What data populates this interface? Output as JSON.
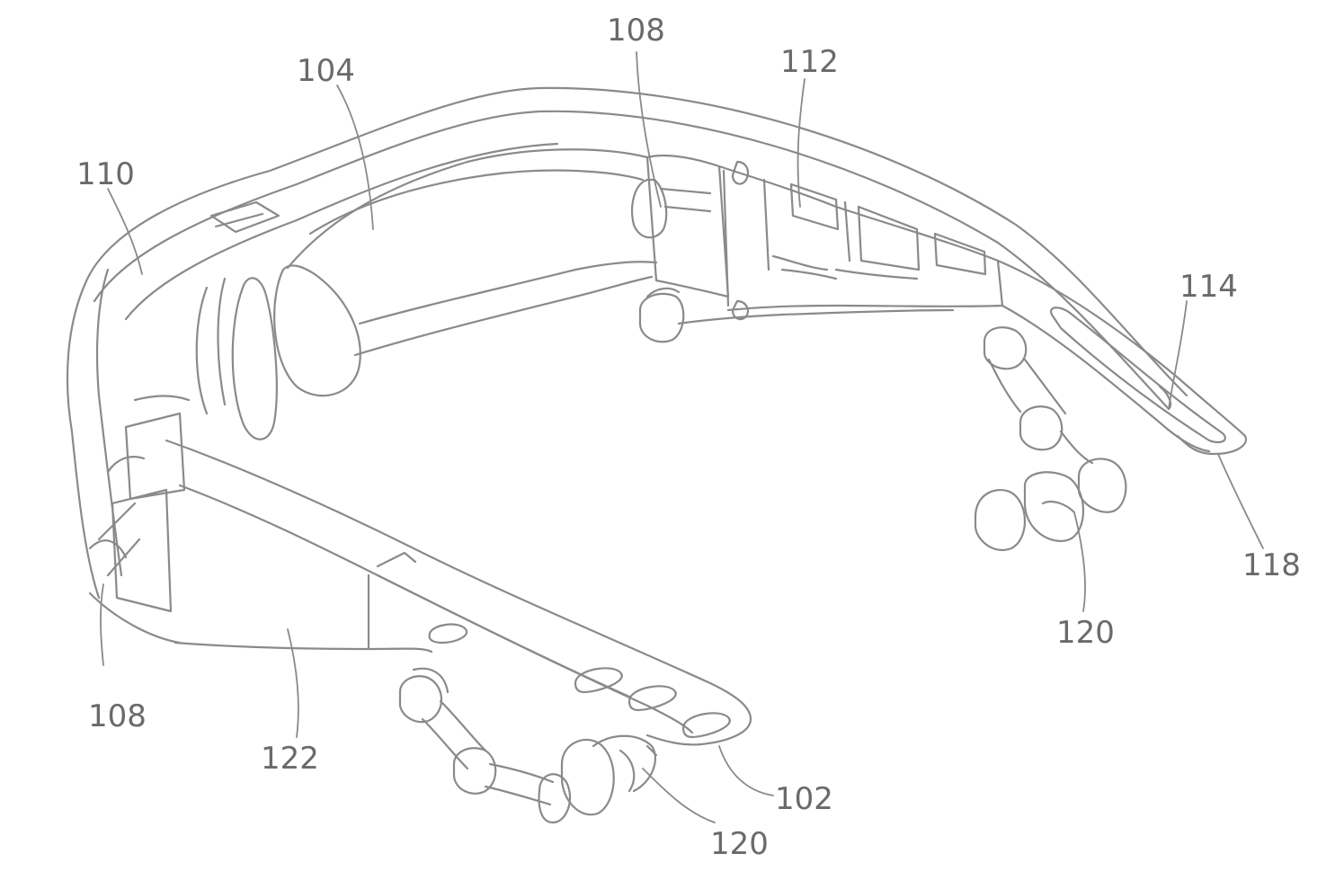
{
  "figure": {
    "labels": [
      {
        "id": "label-104",
        "text": "104"
      },
      {
        "id": "label-108-top",
        "text": "108"
      },
      {
        "id": "label-112",
        "text": "112"
      },
      {
        "id": "label-110",
        "text": "110"
      },
      {
        "id": "label-114",
        "text": "114"
      },
      {
        "id": "label-118",
        "text": "118"
      },
      {
        "id": "label-120-right",
        "text": "120"
      },
      {
        "id": "label-108-bottom",
        "text": "108"
      },
      {
        "id": "label-122",
        "text": "122"
      },
      {
        "id": "label-102",
        "text": "102"
      },
      {
        "id": "label-120-bottom",
        "text": "120"
      }
    ]
  },
  "colors": {
    "line": "#8a8a8a",
    "text": "#6a6a6a",
    "background": "#ffffff"
  }
}
